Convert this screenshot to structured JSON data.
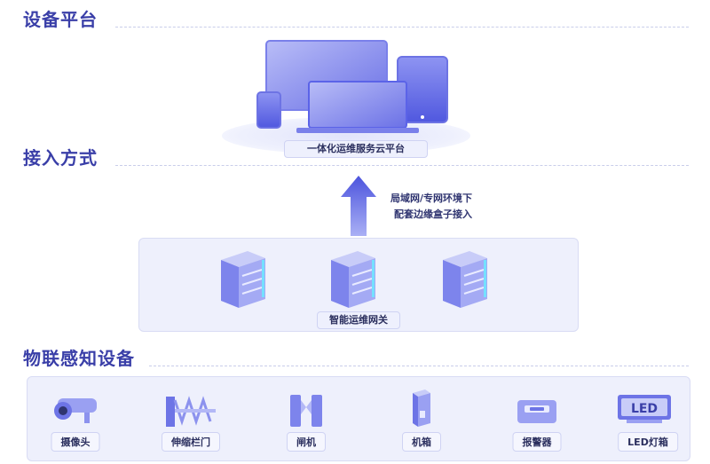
{
  "sections": {
    "platform_title": "设备平台",
    "access_title": "接入方式",
    "iot_title": "物联感知设备"
  },
  "platform": {
    "label": "一体化运维服务云平台"
  },
  "access": {
    "note_line1": "局域网/专网环境下",
    "note_line2": "配套边缘盒子接入"
  },
  "gateway": {
    "label": "智能运维网关"
  },
  "devices": [
    {
      "label": "摄像头",
      "icon": "camera-icon"
    },
    {
      "label": "伸缩栏门",
      "icon": "retractable-gate-icon"
    },
    {
      "label": "闸机",
      "icon": "turnstile-icon"
    },
    {
      "label": "机箱",
      "icon": "chassis-icon"
    },
    {
      "label": "报警器",
      "icon": "alarm-icon"
    },
    {
      "label": "LED灯箱",
      "icon": "led-lightbox-icon"
    }
  ],
  "led_sign_text": "LED",
  "colors": {
    "title": "#3a3fa8",
    "accent": "#5b63e8",
    "panel": "#eef0fc"
  }
}
